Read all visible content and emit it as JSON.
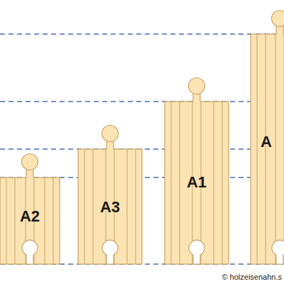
{
  "diagram": {
    "nodes": [
      {
        "text": [
          "A2"
        ]
      },
      {
        "text": [
          "A3"
        ]
      },
      {
        "text": [
          "A1"
        ]
      },
      {
        "text": [
          "A"
        ]
      }
    ],
    "labels": [
      "© holzeisenahn.s"
    ]
  }
}
